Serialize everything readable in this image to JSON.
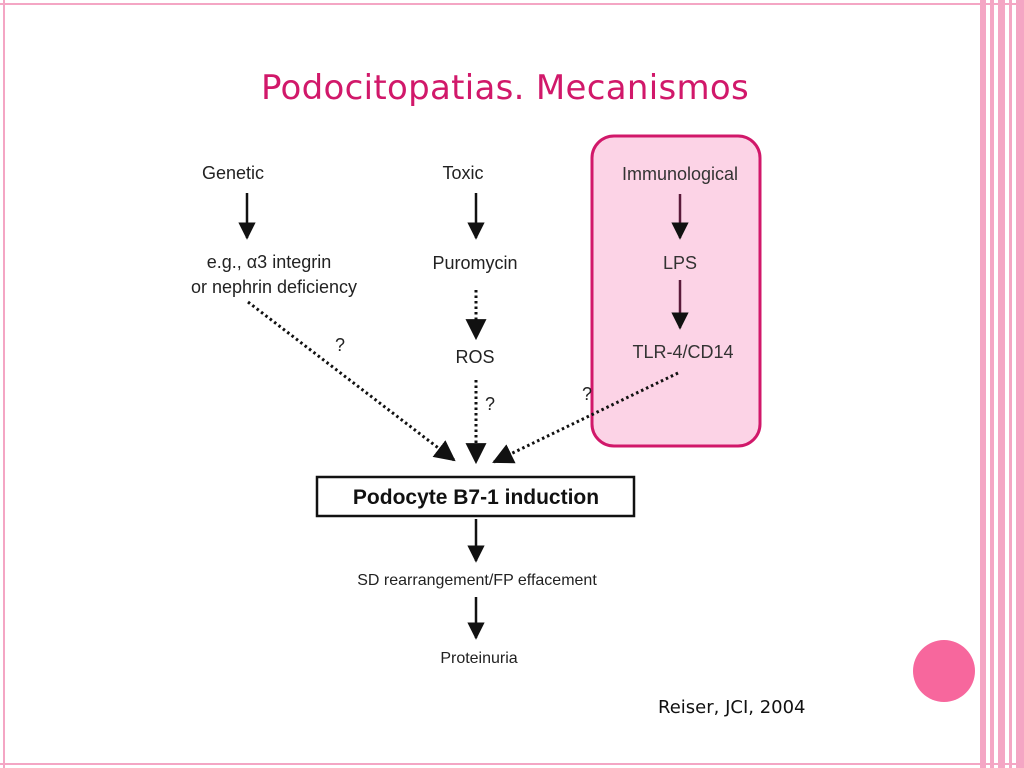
{
  "slide": {
    "title": "Podocitopatias. Mecanismos",
    "citation": "Reiser, JCI, 2004"
  },
  "diagram": {
    "columns": {
      "genetic": {
        "header": "Genetic",
        "example_line1": "e.g., α3 integrin",
        "example_line2": "or nephrin deficiency",
        "link_label": "?"
      },
      "toxic": {
        "header": "Toxic",
        "agent": "Puromycin",
        "mediator": "ROS",
        "link_label": "?"
      },
      "immunological": {
        "header": "Immunological",
        "agent": "LPS",
        "receptor": "TLR-4/CD14",
        "link_label": "?"
      }
    },
    "central_box": "Podocyte B7-1 induction",
    "downstream": {
      "step1": "SD rearrangement/FP effacement",
      "step2": "Proteinuria"
    }
  },
  "colors": {
    "accent": "#d1186a",
    "highlight_fill": "#fcd3e6",
    "highlight_border": "#d1186a",
    "dot": "#f7679d",
    "stripes": "#f4a6c4",
    "text": "#222222"
  }
}
